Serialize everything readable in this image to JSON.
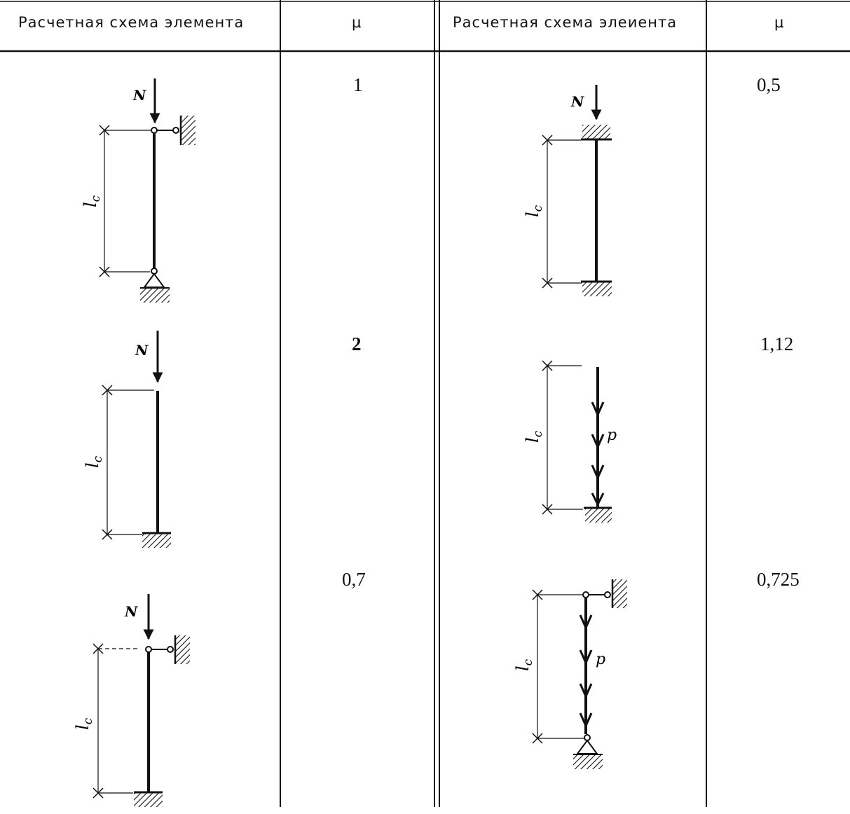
{
  "table": {
    "header": {
      "col1_label": "Расчетная схема элемента",
      "col2_label": "μ",
      "col3_label": "Расчетная схема элеиента",
      "col4_label": "μ"
    },
    "rows": [
      {
        "left_mu": "1",
        "right_mu": "0,5"
      },
      {
        "left_mu": "2",
        "right_mu": "1,12"
      },
      {
        "left_mu": "0,7",
        "right_mu": "0,725"
      }
    ]
  },
  "labels": {
    "force": "N",
    "length": "l",
    "length_subscript": "c",
    "distributed_load": "p"
  },
  "colors": {
    "ink": "#111111",
    "paper": "#ffffff"
  }
}
